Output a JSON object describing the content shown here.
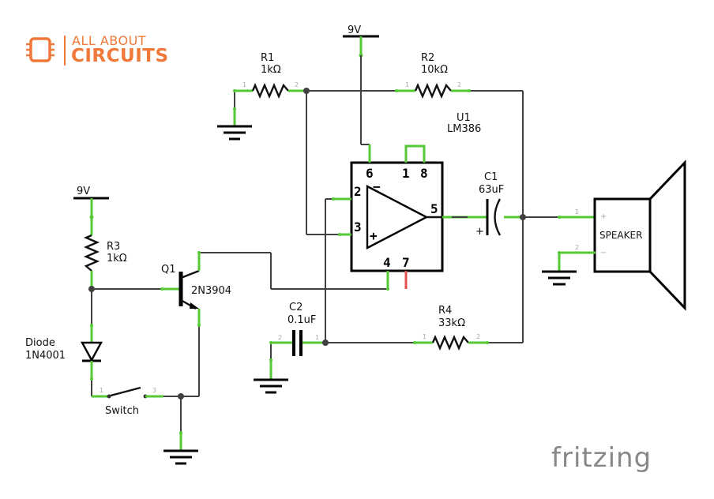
{
  "branding": {
    "top_line": "ALL ABOUT",
    "bottom_line": "CIRCUITS",
    "watermark": "fritzing",
    "accent_color": "#f07838"
  },
  "supplies": {
    "top": "9V",
    "left": "9V"
  },
  "components": {
    "r1": {
      "ref": "R1",
      "value": "1kΩ"
    },
    "r2": {
      "ref": "R2",
      "value": "10kΩ"
    },
    "r3": {
      "ref": "R3",
      "value": "1kΩ"
    },
    "r4": {
      "ref": "R4",
      "value": "33kΩ"
    },
    "u1": {
      "ref": "U1",
      "value": "LM386"
    },
    "c1": {
      "ref": "C1",
      "value": "63uF",
      "polarity": "+"
    },
    "c2": {
      "ref": "C2",
      "value": "0.1uF"
    },
    "q1": {
      "ref": "Q1",
      "value": "2N3904"
    },
    "d1": {
      "ref": "Diode",
      "value": "1N4001"
    },
    "sw": {
      "ref": "Switch"
    },
    "spk": {
      "ref": "SPEAKER",
      "plus": "+",
      "minus": "−"
    }
  },
  "ic_pins": {
    "p1": "1",
    "p2": "2",
    "p3": "3",
    "p4": "4",
    "p5": "5",
    "p6": "6",
    "p7": "7",
    "p8": "8",
    "minus": "−",
    "plus": "+"
  },
  "small_pins": {
    "one": "1",
    "two": "2",
    "three": "3"
  },
  "colors": {
    "wire": "#404040",
    "connected_lead": "#55c935",
    "unconnected_pin": "#e05050"
  }
}
